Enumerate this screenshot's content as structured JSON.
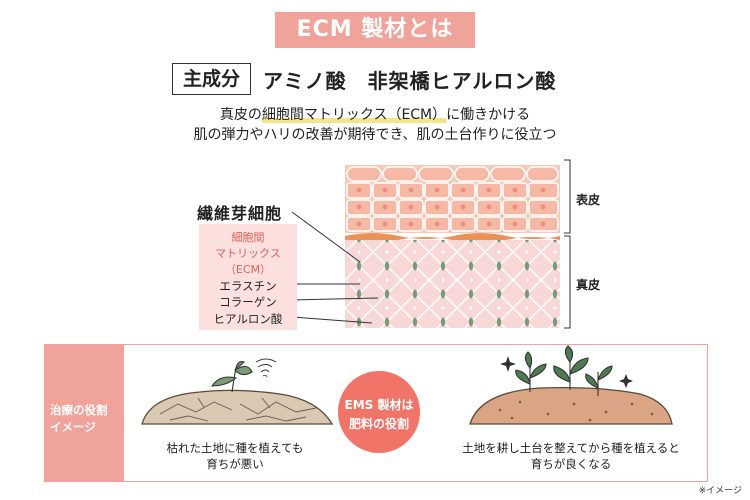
{
  "title": "ECM 製材とは",
  "ingredient": {
    "tag": "主成分",
    "text": "アミノ酸　非架橋ヒアルロン酸"
  },
  "description": {
    "line1_prefix": "真皮の",
    "line1_highlight": "細胞間マトリックス（ECM）",
    "line1_suffix": "に働きかける",
    "line2": "肌の弾力やハリの改善が期待でき、肌の土台作りに役立つ"
  },
  "diagram": {
    "fibroblast_label": "繊維芽細胞",
    "ecm_title_lines": [
      "細胞間",
      "マトリックス",
      "（ECM）"
    ],
    "components": [
      "エラスチン",
      "コラーゲン",
      "ヒアルロン酸"
    ],
    "layers": {
      "epidermis": "表皮",
      "dermis": "真皮"
    }
  },
  "treatment": {
    "side_label_lines": [
      "治療の役割",
      "イメージ"
    ],
    "center_lines": [
      "EMS 製材は",
      "肥料の役割"
    ],
    "left_caption": [
      "枯れた土地に種を植えても",
      "育ちが悪い"
    ],
    "right_caption": [
      "土地を耕し土台を整えてから種を植えると",
      "育ちが良くなる"
    ]
  },
  "footnote": "※イメージ",
  "colors": {
    "accent": "#f0a39b",
    "circle": "#f07468",
    "skin_top": "#f7c9b8",
    "dermis": "#f8d8d6",
    "leaf": "#7b9a77"
  }
}
